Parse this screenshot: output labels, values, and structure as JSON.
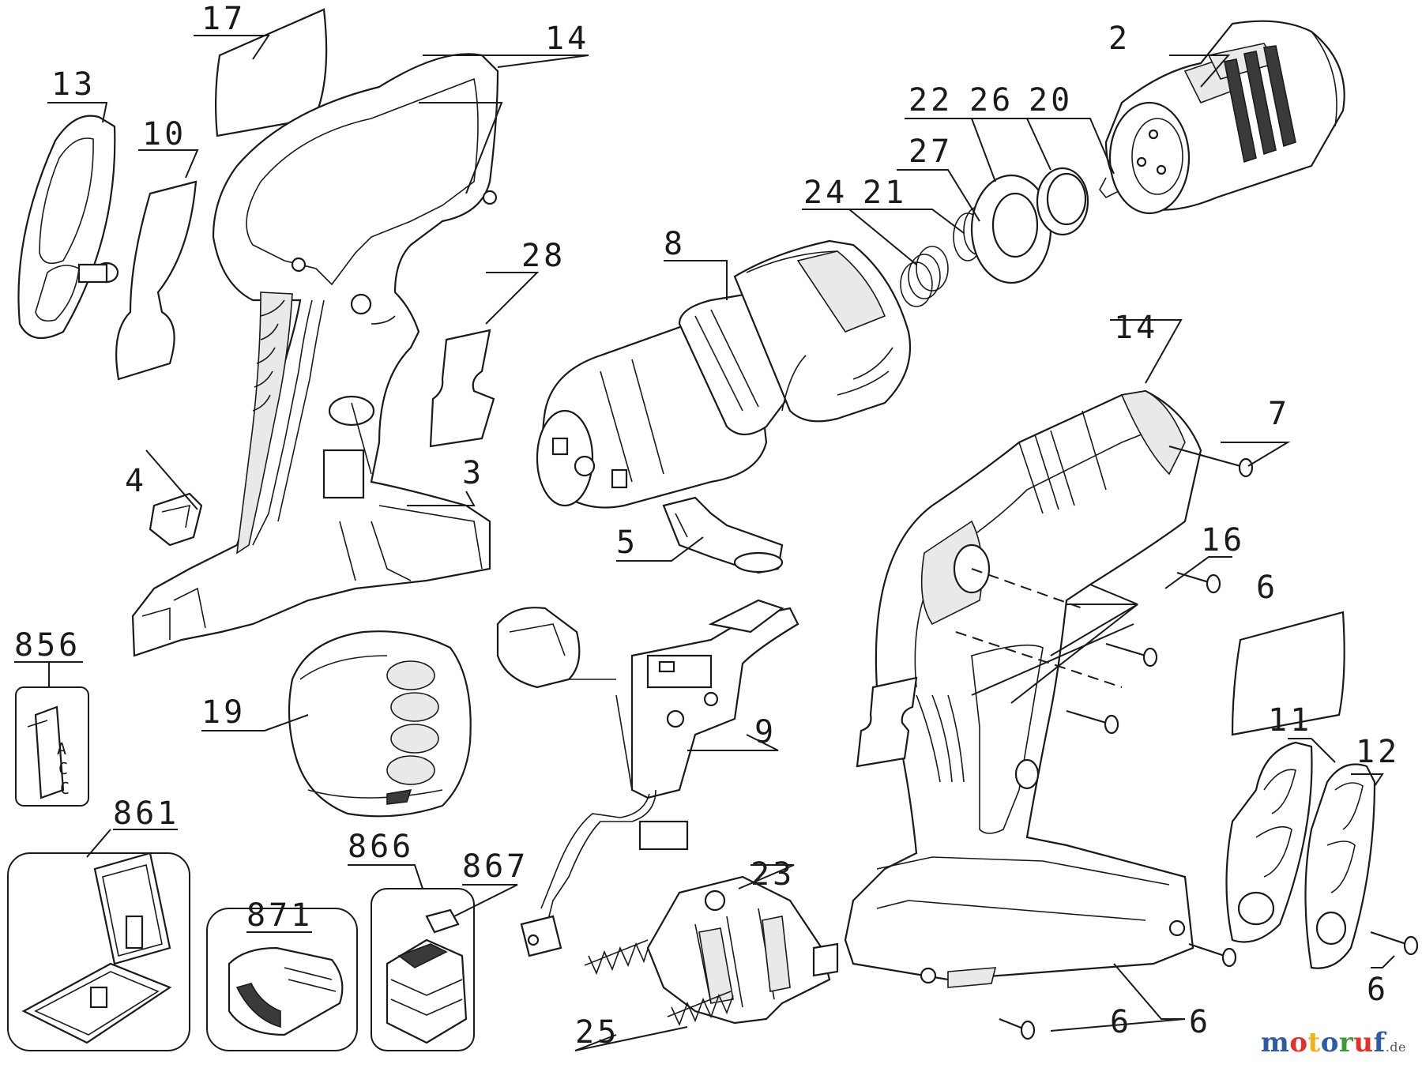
{
  "diagram": {
    "part_labels": [
      "2",
      "3",
      "4",
      "5",
      "6",
      "6",
      "6",
      "6",
      "7",
      "8",
      "9",
      "10",
      "11",
      "12",
      "13",
      "14",
      "14",
      "16",
      "17",
      "19",
      "20",
      "21",
      "22",
      "23",
      "24",
      "25",
      "26",
      "27",
      "28"
    ],
    "accessory_labels": [
      "856",
      "861",
      "866",
      "867",
      "871"
    ],
    "accessory_box_text": [
      "A",
      "C",
      "C"
    ]
  },
  "watermark": {
    "brand_colored": [
      "m",
      "o",
      "t",
      "o",
      "r",
      "u",
      "f"
    ],
    "suffix": ".de",
    "letter_colors": [
      "#2e5aa8",
      "#e0312a",
      "#f2b11a",
      "#2e5aa8",
      "#3a9a3a",
      "#e0312a",
      "#2e5aa8"
    ]
  },
  "colors": {
    "line": "#1a1a1a",
    "background": "#ffffff",
    "part_fill": "#ffffff",
    "shade": "#e9e9e9"
  },
  "icon_names": [
    "drill-housing-left",
    "drill-housing-right",
    "keyless-chuck",
    "motor",
    "gearbox",
    "battery-pack",
    "switch-trigger",
    "terminal-block",
    "spring",
    "carry-case",
    "charger",
    "battery",
    "accessory-kit",
    "label",
    "screw",
    "side-cover"
  ]
}
